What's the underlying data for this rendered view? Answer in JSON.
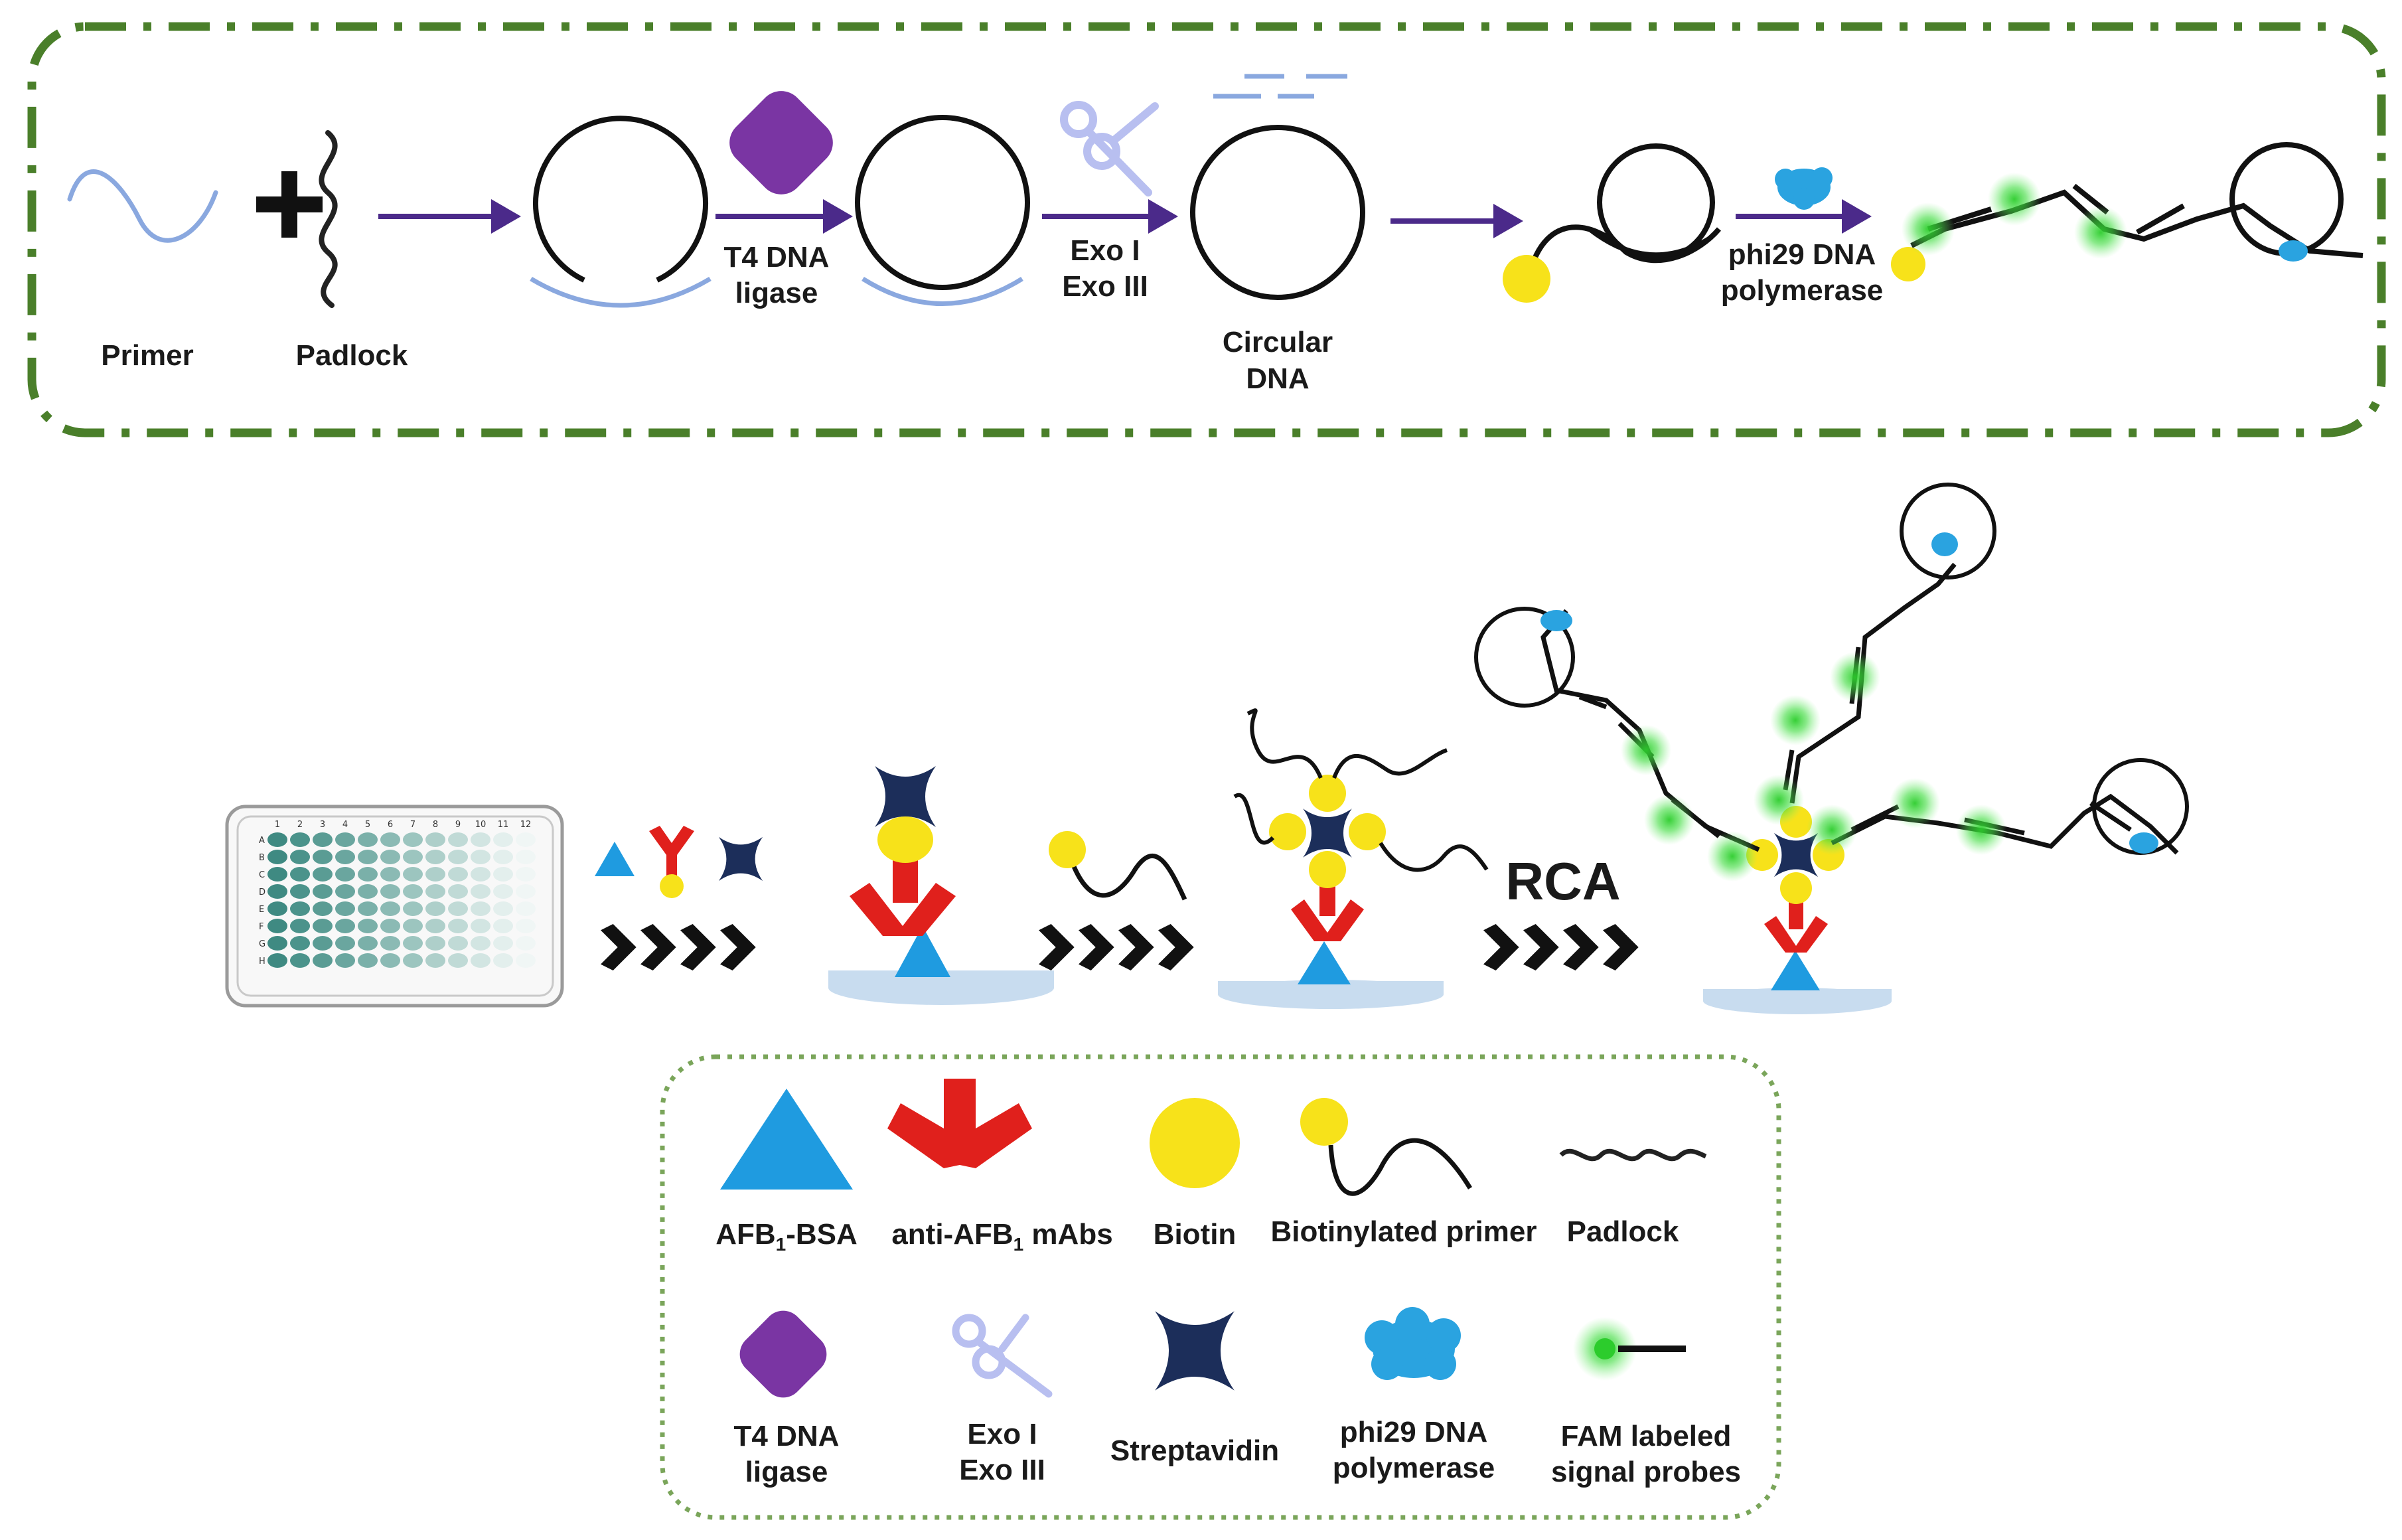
{
  "colors": {
    "dash_border": "#4a7f2a",
    "dot_border": "#7aa55a",
    "arrow": "#4b2a8a",
    "primer": "#8aa8df",
    "ligase": "#7a35a3",
    "scissors": "#b8bff0",
    "streptavidin": "#1c2e5a",
    "biotin": "#f7e21a",
    "antibody": "#e0201c",
    "afb_bsa": "#1f9be0",
    "polymerase": "#2aa3e0",
    "fam": "#2ccc2c",
    "disc": "#c8dcef"
  },
  "top": {
    "primer": "Primer",
    "padlock": "Padlock",
    "ligase_l1": "T4 DNA",
    "ligase_l2": "ligase",
    "exo_l1": "Exo I",
    "exo_l2": "Exo III",
    "circ_l1": "Circular",
    "circ_l2": "DNA",
    "phi_l1": "phi29 DNA",
    "phi_l2": "polymerase"
  },
  "middle": {
    "rca": "RCA",
    "plate_cols": [
      "1",
      "2",
      "3",
      "4",
      "5",
      "6",
      "7",
      "8",
      "9",
      "10",
      "11",
      "12"
    ],
    "plate_rows": [
      "A",
      "B",
      "C",
      "D",
      "E",
      "F",
      "G",
      "H"
    ]
  },
  "legend": {
    "afb_bsa_a": "AFB",
    "afb_bsa_sub": "1",
    "afb_bsa_b": "-BSA",
    "mab_a": "anti-AFB",
    "mab_sub": "1",
    "mab_b": " mAbs",
    "biotin": "Biotin",
    "bprimer": "Biotinylated primer",
    "padlock": "Padlock",
    "t4_l1": "T4 DNA",
    "t4_l2": "ligase",
    "exo_l1": "Exo I",
    "exo_l2": "Exo III",
    "strep": "Streptavidin",
    "phi_l1": "phi29 DNA",
    "phi_l2": "polymerase",
    "fam_l1": "FAM labeled",
    "fam_l2": "signal probes"
  }
}
